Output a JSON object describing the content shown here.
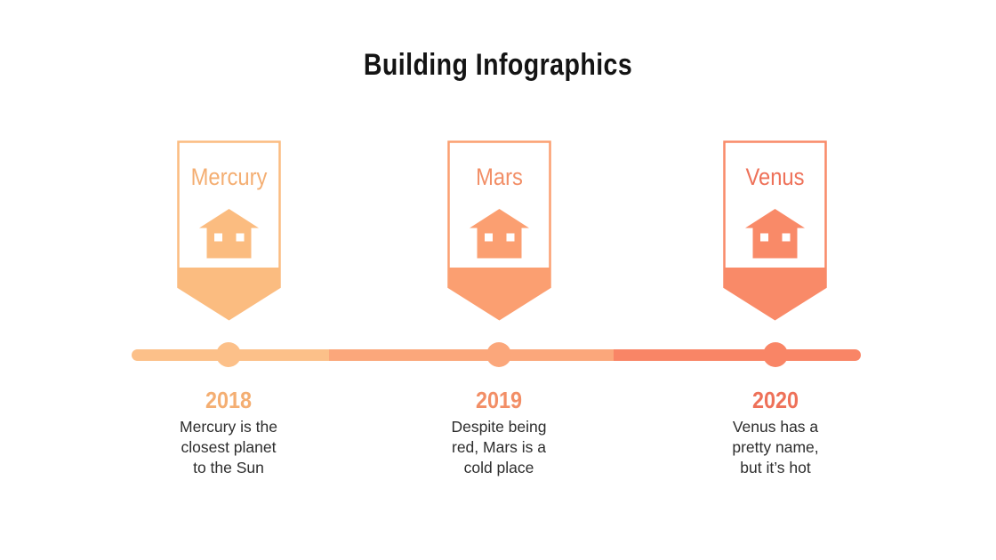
{
  "slide": {
    "title": "Building Infographics",
    "title_color": "#141414",
    "background": "#ffffff"
  },
  "timeline": {
    "segments": [
      {
        "color": "#FCC089"
      },
      {
        "color": "#FBA77B"
      },
      {
        "color": "#F98566"
      }
    ]
  },
  "milestones": [
    {
      "name": "Mercury",
      "year": "2018",
      "description_lines": [
        "Mercury is the",
        "closest planet",
        "to the Sun"
      ],
      "icon": "house-icon",
      "colors": {
        "banner": "#FBBC80",
        "accent": "#F4AE72"
      }
    },
    {
      "name": "Mars",
      "year": "2019",
      "description_lines": [
        "Despite being",
        "red, Mars is a",
        "cold place"
      ],
      "icon": "house-icon",
      "colors": {
        "banner": "#FB9F71",
        "accent": "#F28E66"
      }
    },
    {
      "name": "Venus",
      "year": "2020",
      "description_lines": [
        "Venus has a",
        "pretty name,",
        "but it’s hot"
      ],
      "icon": "house-icon",
      "colors": {
        "banner": "#F98A68",
        "accent": "#EE7159"
      }
    }
  ]
}
